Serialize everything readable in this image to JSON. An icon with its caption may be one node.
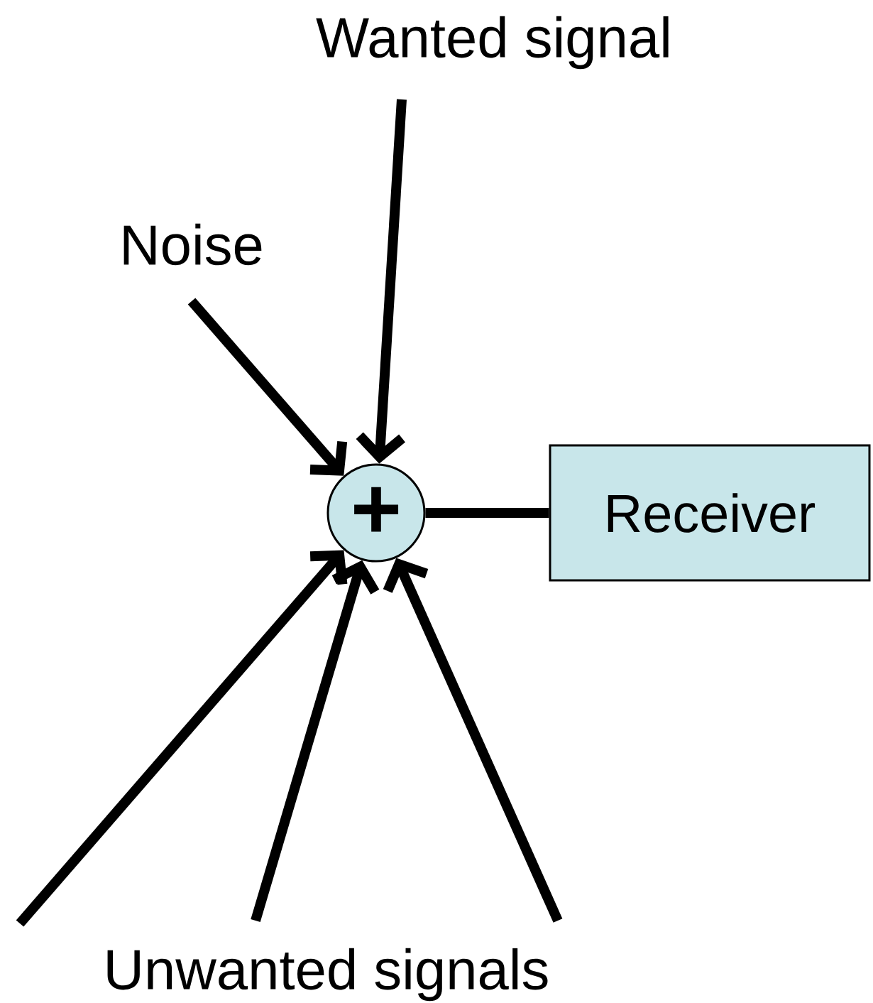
{
  "diagram": {
    "nodes": [
      {
        "text": [
          "Wanted signal"
        ]
      },
      {
        "text": [
          "Noise"
        ]
      },
      {
        "text": [
          "+"
        ]
      },
      {
        "text": [
          "Receiver"
        ]
      },
      {
        "text": [
          "Unwanted signals"
        ]
      }
    ],
    "edges": [
      {
        "from": 0,
        "to": 2,
        "arrow": "to"
      },
      {
        "from": 1,
        "to": 2,
        "arrow": "to"
      },
      {
        "from": 2,
        "to": 3,
        "arrow": "none"
      },
      {
        "from": 4,
        "to": 2,
        "arrow": "to"
      },
      {
        "from": 4,
        "to": 2,
        "arrow": "to"
      },
      {
        "from": 4,
        "to": 2,
        "arrow": "to"
      }
    ]
  }
}
